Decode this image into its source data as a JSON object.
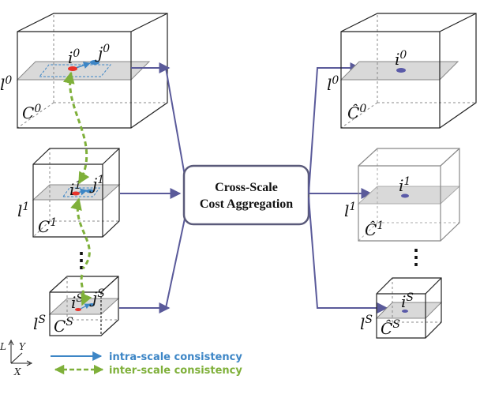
{
  "center_box": {
    "line1": "Cross-Scale",
    "line2": "Cost Aggregation"
  },
  "left_cubes": [
    {
      "volume_label": "C",
      "volume_sup": "0",
      "slice_label": "l",
      "slice_sup": "0",
      "pixel_i": "i",
      "pixel_i_sup": "0",
      "pixel_j": "j",
      "pixel_j_sup": "0"
    },
    {
      "volume_label": "C",
      "volume_sup": "1",
      "slice_label": "l",
      "slice_sup": "1",
      "pixel_i": "i",
      "pixel_i_sup": "1",
      "pixel_j": "j",
      "pixel_j_sup": "1"
    },
    {
      "volume_label": "C",
      "volume_sup": "S",
      "slice_label": "l",
      "slice_sup": "S",
      "pixel_i": "i",
      "pixel_i_sup": "S",
      "pixel_j": "j",
      "pixel_j_sup": "S"
    }
  ],
  "right_cubes": [
    {
      "volume_label": "Ĉ",
      "volume_sup": "0",
      "slice_label": "l",
      "slice_sup": "0",
      "pixel_i": "i",
      "pixel_i_sup": "0"
    },
    {
      "volume_label": "Ĉ",
      "volume_sup": "1",
      "slice_label": "l",
      "slice_sup": "1",
      "pixel_i": "i",
      "pixel_i_sup": "1"
    },
    {
      "volume_label": "Ĉ",
      "volume_sup": "S",
      "slice_label": "l",
      "slice_sup": "S",
      "pixel_i": "i",
      "pixel_i_sup": "S"
    }
  ],
  "ellipsis": "⋮",
  "legend": {
    "intra": "intra-scale consistency",
    "inter": "inter-scale consistency"
  },
  "axes": {
    "l": "L",
    "x": "X",
    "y": "Y"
  },
  "colors": {
    "intra": "#3d86c6",
    "inter": "#7fb03a",
    "arrow": "#5a5a9a",
    "pixel_i": "#e8322a",
    "pixel_j": "#3d86c6",
    "pixel_hat": "#5a5aa8",
    "slice": "#d9d9d9",
    "box_border": "#5a5a7a"
  }
}
